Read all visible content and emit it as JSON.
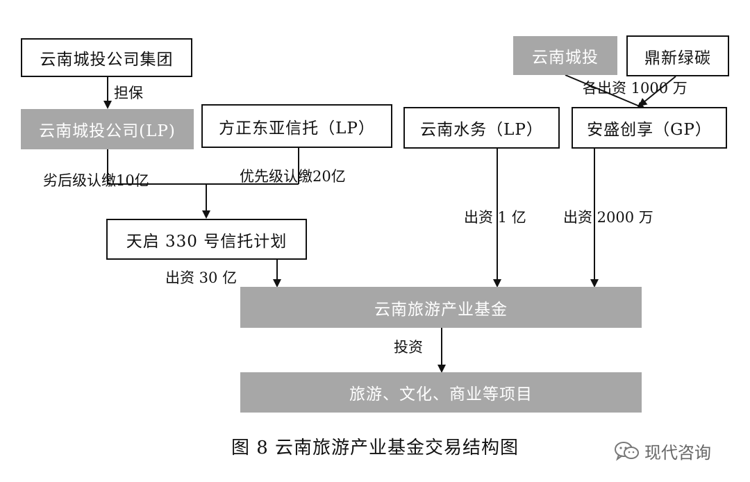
{
  "nodes": {
    "yunnan_city_invest_group": "云南城投公司集团",
    "yunnan_city_invest_lp": "云南城投公司(LP)",
    "founder_east_asia_trust": "方正东亚信托（LP）",
    "yunnan_water": "云南水务（LP）",
    "ansheng_chuangxiang": "安盛创享（GP）",
    "yunnan_city_invest_top": "云南城投",
    "dingxin_green_carbon": "鼎新绿碳",
    "tianqi_trust_plan": "天启 330 号信托计划",
    "yunnan_tourism_fund": "云南旅游产业基金",
    "projects": "旅游、文化、商业等项目"
  },
  "edge_labels": {
    "guarantee": "担保",
    "each_contribute": "各出资 1000 万",
    "subordinate": "劣后级认缴10亿",
    "priority": "优先级认缴20亿",
    "contribute_1yi": "出资 1 亿",
    "contribute_2000wan": "出资 2000 万",
    "contribute_30yi": "出资 30 亿",
    "invest": "投资"
  },
  "caption": "图 8  云南旅游产业基金交易结构图",
  "watermark": {
    "text": "现代咨询",
    "icon": "wechat-icon"
  },
  "colors": {
    "filled_box": "#a7a7a7",
    "line": "#111111"
  }
}
